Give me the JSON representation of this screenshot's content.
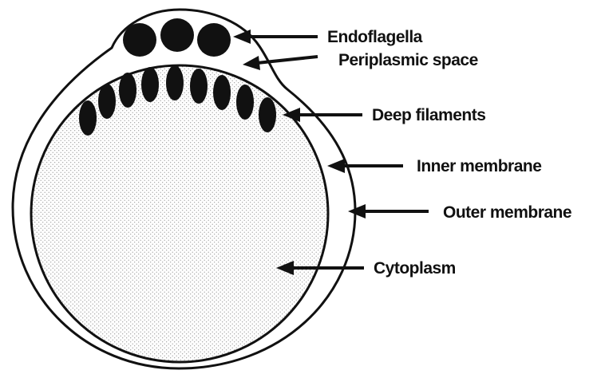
{
  "diagram": {
    "labels": {
      "endoflagella": "Endoflagella",
      "periplasmic_space": "Periplasmic space",
      "deep_filaments": "Deep filaments",
      "inner_membrane": "Inner membrane",
      "outer_membrane": "Outer membrane",
      "cytoplasm": "Cytoplasm"
    },
    "colors": {
      "ink": "#111111",
      "background": "#ffffff",
      "stipple": "#8a8a8a"
    }
  }
}
